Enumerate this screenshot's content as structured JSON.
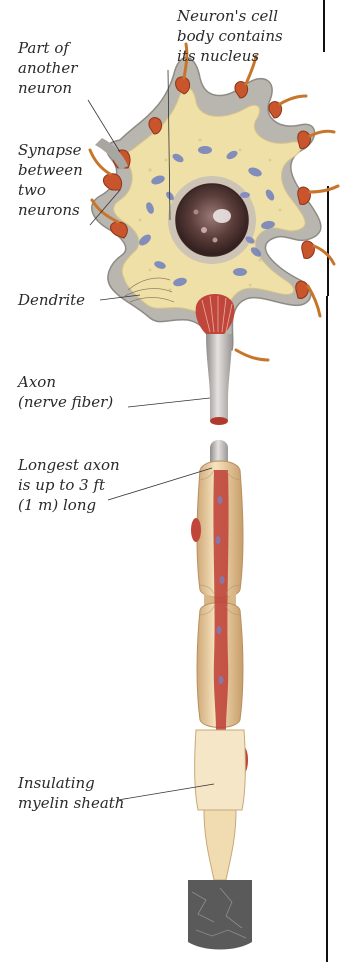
{
  "labels": {
    "cell_body": [
      "Neuron's cell",
      "body contains",
      "its nucleus"
    ],
    "another_neuron": [
      "Part of",
      "another",
      "neuron"
    ],
    "synapse": [
      "Synapse",
      "between",
      "two",
      "neurons"
    ],
    "dendrite": [
      "Dendrite"
    ],
    "axon": [
      "Axon",
      "(nerve fiber)"
    ],
    "longest_axon": [
      "Longest axon",
      "is up to 3 ft",
      "(1 m) long"
    ],
    "myelin": [
      "Insulating",
      "myelin sheath"
    ]
  },
  "colors": {
    "cytoplasm": "#efe0a8",
    "organelle": "#6f7fbf",
    "membrane": "#b9b6b0",
    "terminal": "#c8552c",
    "nucleus": "#5a3d3a",
    "axon_core": "#c9c6c4",
    "myelin": "#efd6a8",
    "blood": "#c0463c",
    "base": "#5a5a5a"
  }
}
